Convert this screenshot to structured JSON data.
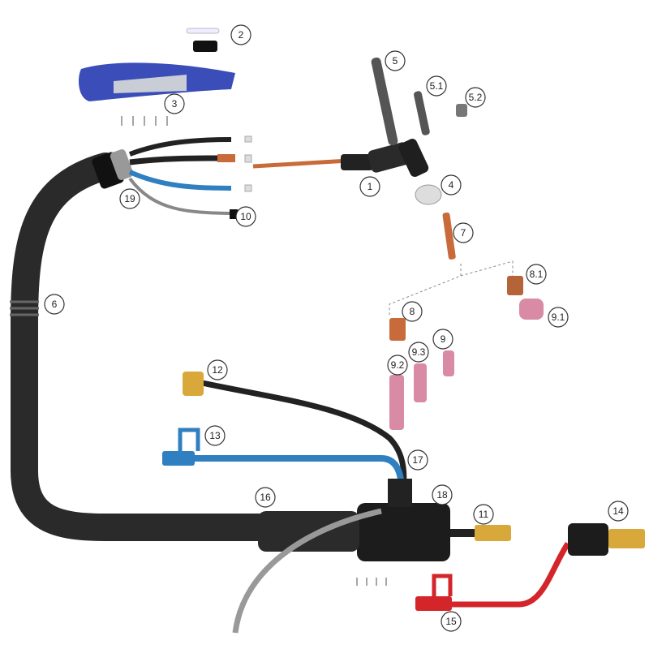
{
  "title": "TIG welding torch exploded parts diagram",
  "labels": {
    "p1": "1",
    "p2": "2",
    "p3": "3",
    "p4": "4",
    "p5": "5",
    "p5_1": "5.1",
    "p5_2": "5.2",
    "p6": "6",
    "p7": "7",
    "p8": "8",
    "p8_1": "8.1",
    "p9": "9",
    "p9_1": "9.1",
    "p9_2": "9.2",
    "p9_3": "9.3",
    "p10": "10",
    "p11": "11",
    "p12": "12",
    "p13": "13",
    "p14": "14",
    "p15": "15",
    "p16": "16",
    "p17": "17",
    "p18": "18",
    "p19": "19"
  },
  "colors": {
    "hose": "#2a2a2a",
    "handle": "#3a4db8",
    "copper": "#c86a3a",
    "ceramic": "#d98aa4",
    "blue_hose": "#2f7fc1",
    "red_hose": "#d3252a",
    "gray_cable": "#8a8a8a",
    "brass": "#d8a83a"
  }
}
